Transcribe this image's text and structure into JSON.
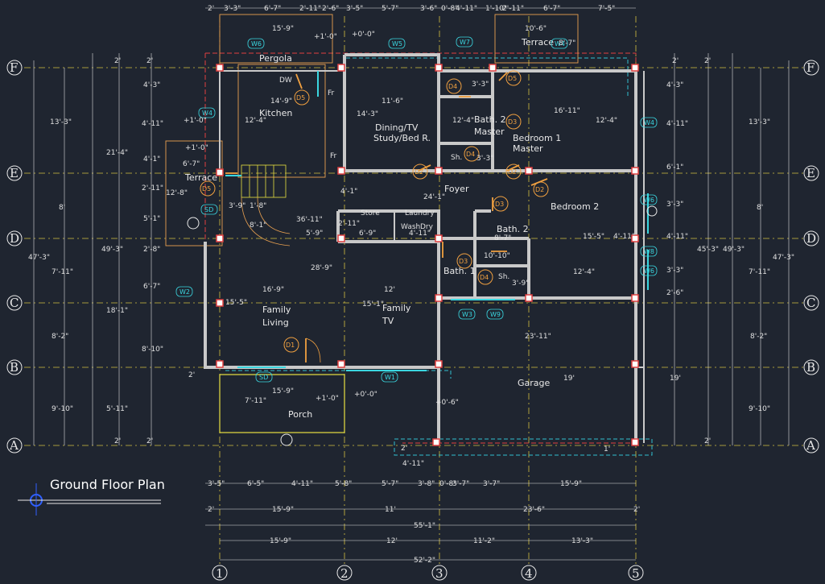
{
  "title": "Ground Floor Plan",
  "colors": {
    "background": "#1f2530",
    "wall": "#c9c9c9",
    "column": "#e04040",
    "gridline": "#d4c040",
    "dimension": "#e0e0e0",
    "door": "#f0a040",
    "window": "#3ad6e0"
  },
  "rooms": [
    {
      "id": "pergola",
      "text": "Pergola"
    },
    {
      "id": "kitchen",
      "text": "Kitchen"
    },
    {
      "id": "dining",
      "text": "Dining/TV"
    },
    {
      "id": "study",
      "text": "Study/Bed R."
    },
    {
      "id": "bath2",
      "text": "Bath. 2"
    },
    {
      "id": "master1",
      "text": "Master"
    },
    {
      "id": "bed1",
      "text": "Bedroom 1"
    },
    {
      "id": "master2",
      "text": "Master"
    },
    {
      "id": "terrace-top",
      "text": "Terrace"
    },
    {
      "id": "terrace-left",
      "text": "Terrace"
    },
    {
      "id": "foyer",
      "text": "Foyer"
    },
    {
      "id": "bed2",
      "text": "Bedroom 2"
    },
    {
      "id": "bath2b",
      "text": "Bath. 2"
    },
    {
      "id": "bath1",
      "text": "Bath. 1"
    },
    {
      "id": "store",
      "text": "Store"
    },
    {
      "id": "laundry",
      "text": "Laundry"
    },
    {
      "id": "wash",
      "text": "Wash"
    },
    {
      "id": "dry",
      "text": "Dry"
    },
    {
      "id": "family",
      "text": "Family"
    },
    {
      "id": "living",
      "text": "Living"
    },
    {
      "id": "family2",
      "text": "Family"
    },
    {
      "id": "tv",
      "text": "TV"
    },
    {
      "id": "garage",
      "text": "Garage"
    },
    {
      "id": "porch",
      "text": "Porch"
    },
    {
      "id": "dw",
      "text": "DW"
    },
    {
      "id": "fr1",
      "text": "Fr"
    },
    {
      "id": "fr2",
      "text": "Fr"
    },
    {
      "id": "sh1",
      "text": "Sh."
    },
    {
      "id": "sh2",
      "text": "Sh."
    }
  ],
  "grid_letters": [
    "F",
    "E",
    "D",
    "C",
    "B",
    "A"
  ],
  "grid_numbers": [
    "1",
    "2",
    "3",
    "4",
    "5"
  ],
  "doors": [
    {
      "id": "d1",
      "text": "D1"
    },
    {
      "id": "d2a",
      "text": "D2"
    },
    {
      "id": "d2b",
      "text": "D2"
    },
    {
      "id": "d2c",
      "text": "D2"
    },
    {
      "id": "d3a",
      "text": "D3"
    },
    {
      "id": "d3b",
      "text": "D3"
    },
    {
      "id": "d3c",
      "text": "D3"
    },
    {
      "id": "d4a",
      "text": "D4"
    },
    {
      "id": "d4b",
      "text": "D4"
    },
    {
      "id": "d4c",
      "text": "D4"
    },
    {
      "id": "d5a",
      "text": "D5"
    },
    {
      "id": "d5b",
      "text": "D5"
    },
    {
      "id": "d5c",
      "text": "D5"
    }
  ],
  "windows": [
    {
      "id": "w1",
      "text": "W1"
    },
    {
      "id": "w2",
      "text": "W2"
    },
    {
      "id": "w3",
      "text": "W3"
    },
    {
      "id": "w4a",
      "text": "W4"
    },
    {
      "id": "w4b",
      "text": "W4"
    },
    {
      "id": "w4c",
      "text": "W4"
    },
    {
      "id": "w5",
      "text": "W5"
    },
    {
      "id": "w6a",
      "text": "W6"
    },
    {
      "id": "w6b",
      "text": "W6"
    },
    {
      "id": "w6c",
      "text": "W6"
    },
    {
      "id": "w7",
      "text": "W7"
    },
    {
      "id": "w8",
      "text": "W8"
    },
    {
      "id": "w9",
      "text": "W9"
    },
    {
      "id": "sd1",
      "text": "SD"
    },
    {
      "id": "sd2",
      "text": "SD"
    }
  ],
  "levels": [
    "+1'-0\"",
    "+1'-0\"",
    "+1'-0\"",
    "+1'-0\"",
    "+0'-0\"",
    "+0'-0\"",
    "+0'-6\""
  ],
  "dims_top": [
    "2'",
    "3'-3\"",
    "6'-7\"",
    "2'-11\"",
    "2'-6\"",
    "3'-5\"",
    "5'-7\"",
    "3'-6\"",
    "0'-8\"",
    "4'-11\"",
    "1'-10\"",
    "2'-11\"",
    "6'-7\"",
    "7'-5\""
  ],
  "dims_bottom_1": [
    "3'-5\"",
    "6'-5\"",
    "4'-11\"",
    "5'-8\"",
    "5'-7\"",
    "3'-8\"",
    "0'-8\"",
    "3'-7\"",
    "3'-7\"",
    "15'-9\""
  ],
  "dims_bottom_2": [
    "2'",
    "15'-9\"",
    "11'",
    "23'-6\"",
    "2'"
  ],
  "dims_bottom_3": [
    "55'-1\""
  ],
  "dims_bottom_4": [
    "15'-9\"",
    "12'",
    "11'-2\"",
    "13'-3\""
  ],
  "dims_bottom_5": [
    "52'-2\""
  ],
  "dims_left_inner": [
    "2'",
    "13'-3\"",
    "8'",
    "7'-11\"",
    "8'-2\"",
    "9'-10\"",
    "2'"
  ],
  "dims_left_total": [
    "47'-3\"",
    "49'-3\""
  ],
  "dims_left_mid": [
    "21'-4\"",
    "18'-1\"",
    "5'-11\""
  ],
  "dims_left_wall": [
    "2'",
    "4'-3\"",
    "4'-11\"",
    "4'-1\"",
    "2'-11\"",
    "5'-1\"",
    "2'-8\"",
    "6'-7\"",
    "8'-10\"",
    "2'"
  ],
  "dims_right_inner": [
    "2'",
    "13'-3\"",
    "8'",
    "7'-11\"",
    "8'-2\"",
    "9'-10\"",
    "2'"
  ],
  "dims_right_total": [
    "45'-3\"",
    "49'-3\"",
    "47'-3\""
  ],
  "dims_right_wall": [
    "2'",
    "4'-3\"",
    "4'-11\"",
    "6'-1\"",
    "3'-3\"",
    "4'-11\"",
    "3'-3\"",
    "2'-6\"",
    "19'"
  ],
  "dims_interior": [
    {
      "id": "i1",
      "text": "15'-9\""
    },
    {
      "id": "i2",
      "text": "14'-9\""
    },
    {
      "id": "i3",
      "text": "12'-4\""
    },
    {
      "id": "i4",
      "text": "11'-6\""
    },
    {
      "id": "i5",
      "text": "14'-3\""
    },
    {
      "id": "i6",
      "text": "12'-4\""
    },
    {
      "id": "i7",
      "text": "16'-11\""
    },
    {
      "id": "i8",
      "text": "12'-4\""
    },
    {
      "id": "i9",
      "text": "10'-6\""
    },
    {
      "id": "i10",
      "text": "24'-1\""
    },
    {
      "id": "i11",
      "text": "4'-1\""
    },
    {
      "id": "i12",
      "text": "15'-5\""
    },
    {
      "id": "i13",
      "text": "8'-7\""
    },
    {
      "id": "i14",
      "text": "10'-10\""
    },
    {
      "id": "i15",
      "text": "12'-4\""
    },
    {
      "id": "i16",
      "text": "3'-9\""
    },
    {
      "id": "i17",
      "text": "28'-9\""
    },
    {
      "id": "i18",
      "text": "16'-9\""
    },
    {
      "id": "i19",
      "text": "12'"
    },
    {
      "id": "i20",
      "text": "15'-5\""
    },
    {
      "id": "i21",
      "text": "15'-1\""
    },
    {
      "id": "i22",
      "text": "23'-11\""
    },
    {
      "id": "i23",
      "text": "19'"
    },
    {
      "id": "i24",
      "text": "15'-9\""
    },
    {
      "id": "i25",
      "text": "7'-11\""
    },
    {
      "id": "i26",
      "text": "36'-11\""
    },
    {
      "id": "i27",
      "text": "5'-9\""
    },
    {
      "id": "i28",
      "text": "6'-9\""
    },
    {
      "id": "i29",
      "text": "4'-11\""
    },
    {
      "id": "i30",
      "text": "6'-7\""
    },
    {
      "id": "i31",
      "text": "12'-8\""
    },
    {
      "id": "i32",
      "text": "8'-7\""
    },
    {
      "id": "i33",
      "text": "3'-3\""
    },
    {
      "id": "i34",
      "text": "3'-3\""
    },
    {
      "id": "i35",
      "text": "2'-11\""
    },
    {
      "id": "i36",
      "text": "4'-11\""
    },
    {
      "id": "i37",
      "text": "2'"
    },
    {
      "id": "i38",
      "text": "2'"
    },
    {
      "id": "i39",
      "text": "1'"
    },
    {
      "id": "i40",
      "text": "4'-11\""
    },
    {
      "id": "i41",
      "text": "1'-8\""
    },
    {
      "id": "i42",
      "text": "3'-9\""
    },
    {
      "id": "i43",
      "text": "8'-1\""
    }
  ]
}
